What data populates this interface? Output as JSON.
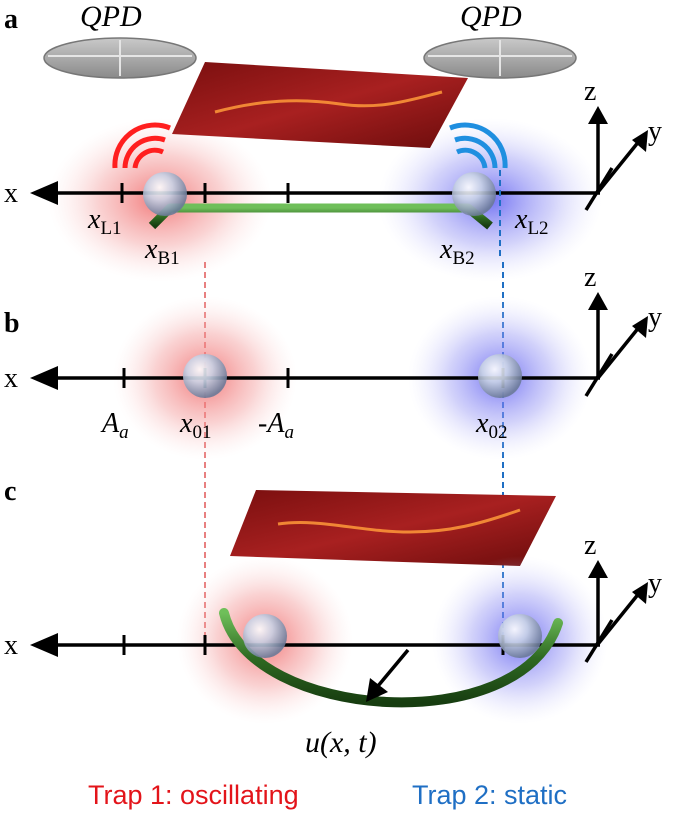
{
  "panels": {
    "a": {
      "label": "a",
      "qpd_left": "QPD",
      "qpd_right": "QPD",
      "axis_x": "x",
      "axis_y": "y",
      "axis_z": "z",
      "x_L1": "x",
      "x_L1_sub": "L1",
      "x_B1": "x",
      "x_B1_sub": "B1",
      "x_B2": "x",
      "x_B2_sub": "B2",
      "x_L2": "x",
      "x_L2_sub": "L2"
    },
    "b": {
      "label": "b",
      "axis_x": "x",
      "axis_y": "y",
      "axis_z": "z",
      "A_pos": "A",
      "A_pos_sub": "a",
      "A_neg_prefix": "-A",
      "A_neg_sub": "a",
      "x_01": "x",
      "x_01_sub": "01",
      "x_02": "x",
      "x_02_sub": "02"
    },
    "c": {
      "label": "c",
      "axis_x": "x",
      "axis_y": "y",
      "axis_z": "z",
      "displacement": "u(x, t)"
    }
  },
  "captions": {
    "trap1": "Trap 1: oscillating",
    "trap2": "Trap 2: static"
  },
  "colors": {
    "trap1": "#e3141a",
    "trap2": "#1f6fc4",
    "filament": "#2f6a22"
  }
}
